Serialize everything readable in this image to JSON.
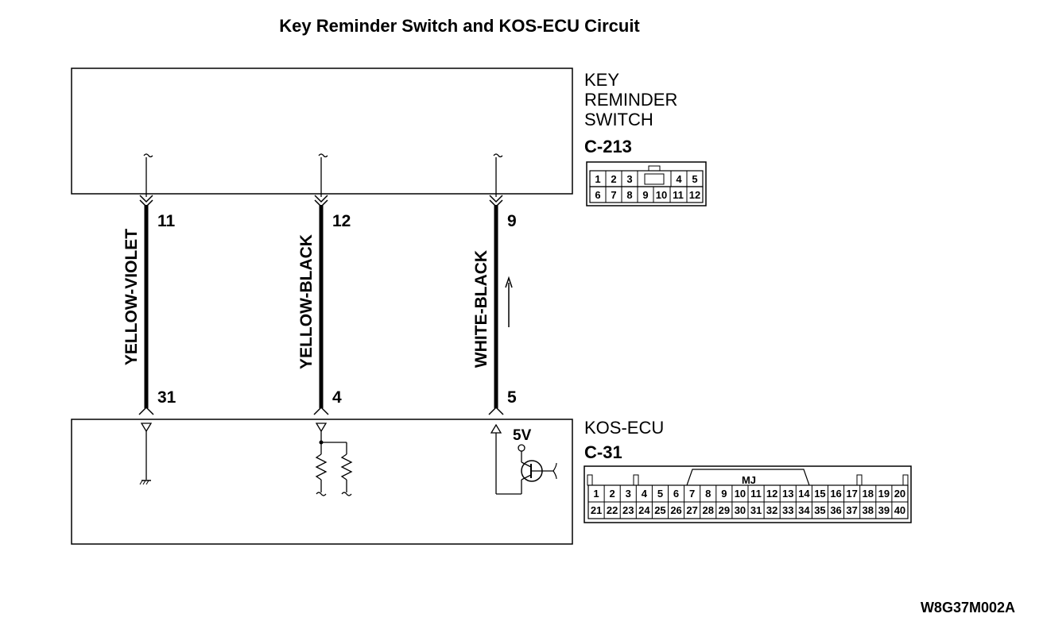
{
  "title": "Key Reminder Switch and KOS-ECU Circuit",
  "top_component": {
    "name_lines": [
      "KEY",
      "REMINDER",
      "SWITCH"
    ],
    "connector": "C-213",
    "connector_pins": {
      "row1": [
        "1",
        "2",
        "3",
        "4",
        "5"
      ],
      "row2": [
        "6",
        "7",
        "8",
        "9",
        "10",
        "11",
        "12"
      ]
    }
  },
  "bottom_component": {
    "name": "KOS-ECU",
    "connector": "C-31",
    "connector_tag": "MJ",
    "connector_pins": {
      "row1": [
        "1",
        "2",
        "3",
        "4",
        "5",
        "6",
        "7",
        "8",
        "9",
        "10",
        "11",
        "12",
        "13",
        "14",
        "15",
        "16",
        "17",
        "18",
        "19",
        "20"
      ],
      "row2": [
        "21",
        "22",
        "23",
        "24",
        "25",
        "26",
        "27",
        "28",
        "29",
        "30",
        "31",
        "32",
        "33",
        "34",
        "35",
        "36",
        "37",
        "38",
        "39",
        "40"
      ]
    },
    "voltage": "5V"
  },
  "wires": [
    {
      "color_label": "YELLOW-VIOLET",
      "top_pin": "11",
      "bottom_pin": "31"
    },
    {
      "color_label": "YELLOW-BLACK",
      "top_pin": "12",
      "bottom_pin": "4"
    },
    {
      "color_label": "WHITE-BLACK",
      "top_pin": "9",
      "bottom_pin": "5"
    }
  ],
  "figure_code": "W8G37M002A"
}
